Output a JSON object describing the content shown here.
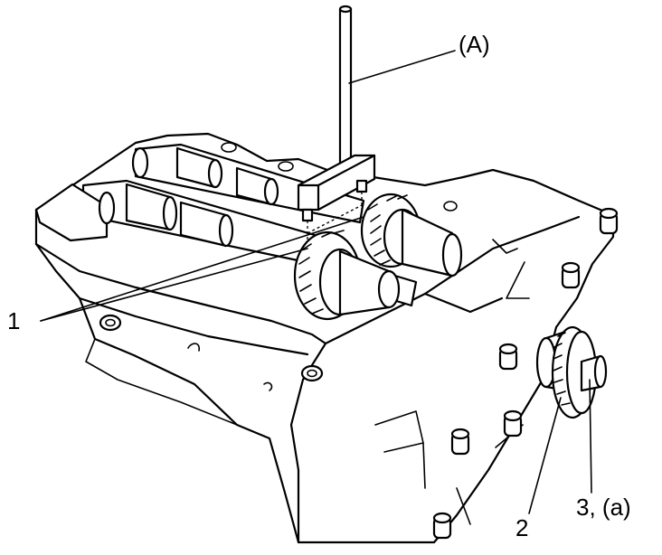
{
  "callouts": {
    "tool": "(A)",
    "camshafts": "1",
    "sprocket": "2",
    "bolt": "3, (a)"
  }
}
